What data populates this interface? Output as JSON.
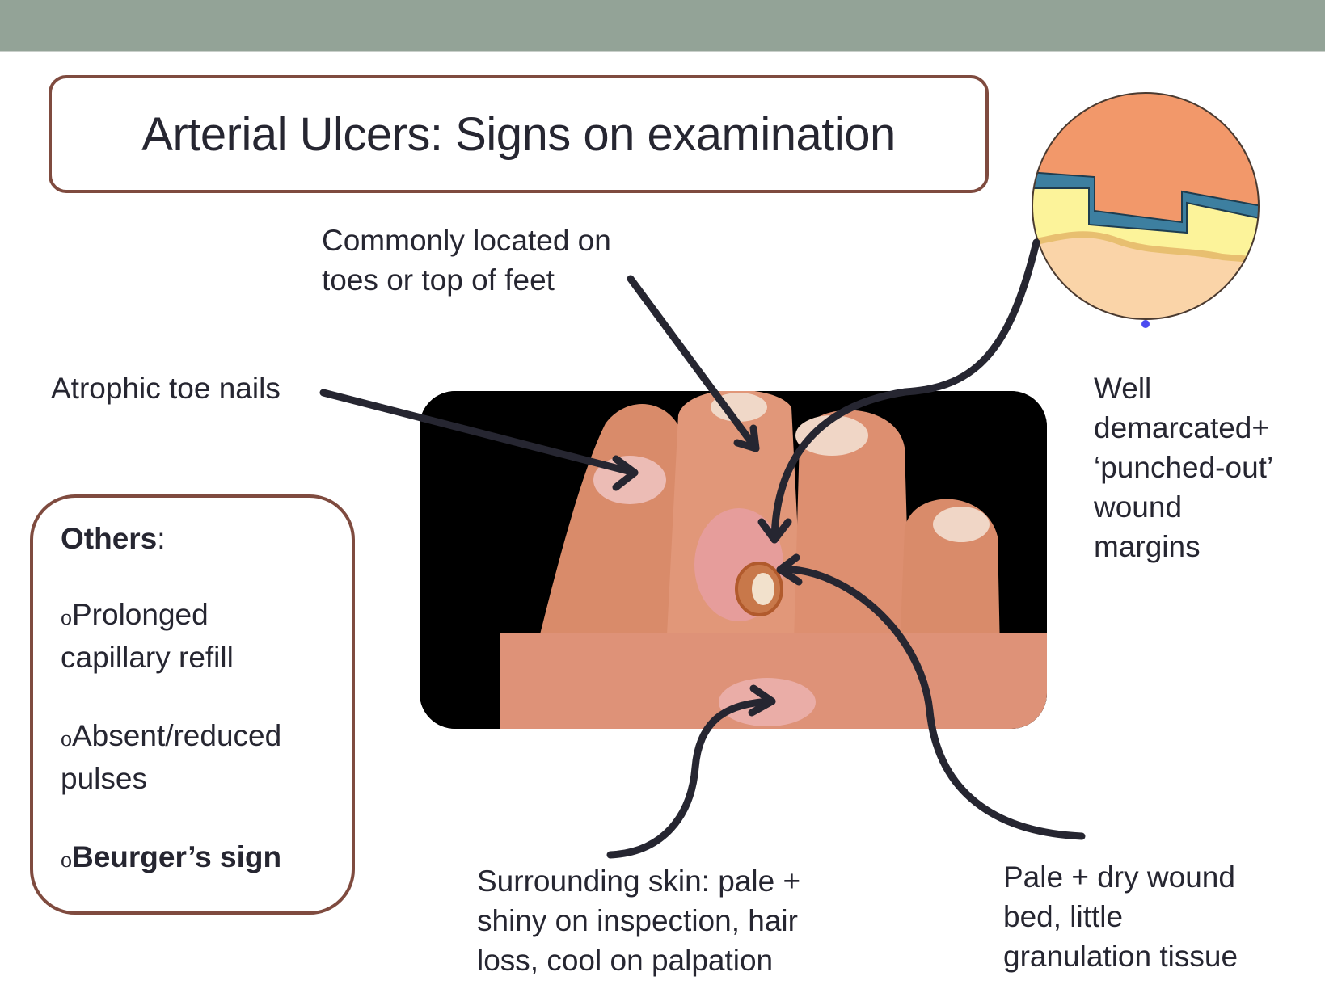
{
  "slide": {
    "header_bar_color": "#93a397",
    "accent_border_color": "#7f4b3f",
    "title": "Arterial Ulcers: Signs on examination"
  },
  "labels": {
    "location_line1": "Commonly located on",
    "location_line2": "toes or top of feet",
    "nails": "Atrophic toe nails",
    "margins_line1": "Well",
    "margins_line2": "demarcated+",
    "margins_line3": "‘punched-out’",
    "margins_line4": "wound",
    "margins_line5": "margins",
    "skin_line1": "Surrounding skin: pale +",
    "skin_line2": "shiny on inspection, hair",
    "skin_line3": "loss, cool on palpation",
    "wound_bed_line1": "Pale + dry wound",
    "wound_bed_line2": "bed, little",
    "wound_bed_line3": "granulation tissue"
  },
  "others": {
    "heading": "Others",
    "heading_colon": ":",
    "bullet": "o",
    "items": [
      {
        "text_line1": "Prolonged",
        "text_line2": "capillary refill"
      },
      {
        "text_line1": "Absent/reduced",
        "text_line2": "pulses"
      },
      {
        "text_line1": "Beurger’s sign"
      }
    ]
  },
  "images": {
    "photo": "clinical-photo-foot-with-arterial-ulcer",
    "inset": "skin-cross-section-punched-out-ulcer-diagram"
  }
}
